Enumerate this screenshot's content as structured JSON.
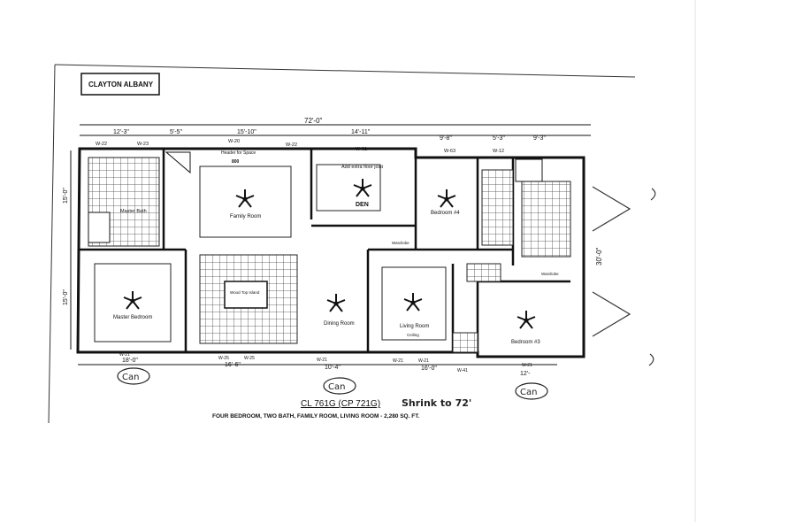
{
  "header": {
    "builder_label": "CLAYTON ALBANY"
  },
  "plan": {
    "model_line": "CL 761G (CP 721G)",
    "handwritten_note": "Shrink to 72'",
    "description": "FOUR BEDROOM, TWO BATH, FAMILY ROOM, LIVING ROOM - 2,280 SQ. FT.",
    "overall_width": "72'-0\"",
    "overall_depth": "30'-0\"",
    "left_dims": [
      "15'-0\"",
      "15'-0\""
    ],
    "top_dims": [
      "12'-3\"",
      "5'-5\"",
      "15'-10\"",
      "14'-11\"",
      "9'-8\"",
      "5'-3\"",
      "9'-3\""
    ],
    "bottom_dims": [
      "18'-0\"",
      "16'-6\"",
      "10'-4\"",
      "16'-0\"",
      "12'-"
    ],
    "rooms": {
      "master_bath": "Master Bath",
      "family_room": "Family Room",
      "den": "DEN",
      "bedroom4": "Bedroom #4",
      "master_bedroom": "Master Bedroom",
      "dining_room": "Dining Room",
      "living_room": "Living Room",
      "bedroom3": "Bedroom #3"
    },
    "notes": {
      "family_room_header": "Header for Space",
      "family_room_size": "800",
      "den_note": "Add extra floor joist",
      "living_ceiling": "Ceiling",
      "kitchen_island": "Wood Top Island",
      "closet_bed4": "Wardrobe",
      "closet_bed3": "Wardrobe"
    },
    "window_labels": {
      "top": [
        "W-22",
        "W-23",
        "W-20",
        "W-22",
        "W-61",
        "W-63",
        "W-12"
      ],
      "bottom": [
        "W-21",
        "W-25",
        "W-25",
        "W-21",
        "W-21",
        "W-21",
        "W-41",
        "W-21"
      ]
    },
    "can_label": "Can",
    "can_markers": [
      "Can",
      "Can",
      "Can"
    ]
  }
}
